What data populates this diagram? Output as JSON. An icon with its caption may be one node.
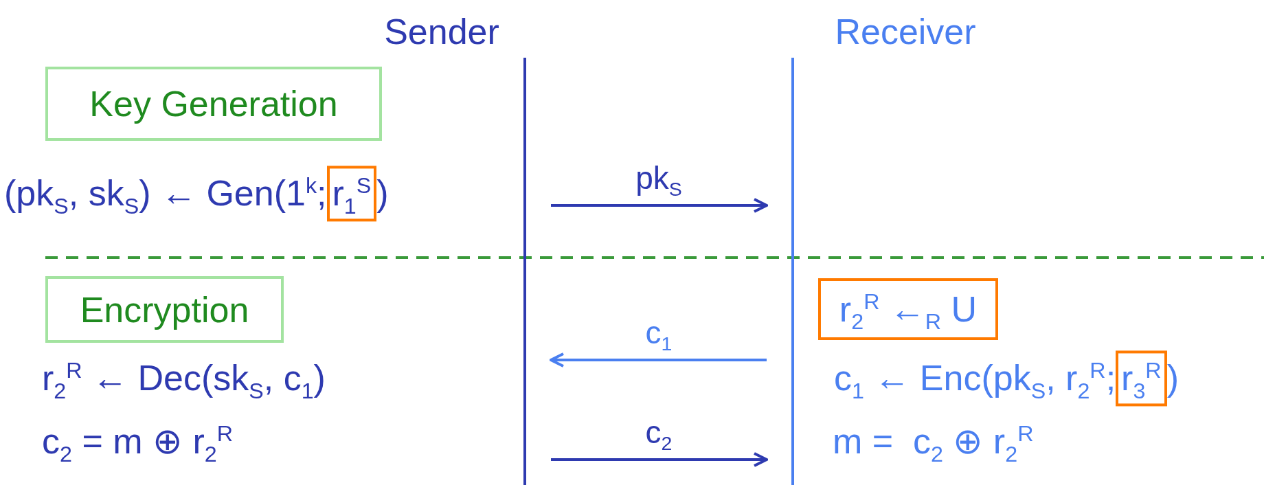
{
  "diagram": {
    "nodes": [
      {
        "text": [],
        "shape": "line"
      },
      {
        "text": [],
        "shape": "line"
      },
      {
        "text": [
          "Key Generation"
        ]
      },
      {
        "text": [
          "r$_{1}$$^{S}$"
        ]
      },
      {
        "text": [
          "Encryption"
        ]
      },
      {
        "text": [
          "r$_{2}$$^{R}$ ←$_{R}$ U"
        ]
      },
      {
        "text": [
          "r$_{3}$$^{R}$"
        ]
      }
    ],
    "edges": [
      {
        "from": 0,
        "to": 1,
        "arrow": "to",
        "label": "pk$_{S}$"
      },
      {
        "from": 1,
        "to": 0,
        "arrow": "to",
        "label": "c$_{1}$",
        "color": "#4a7ff0"
      },
      {
        "from": 0,
        "to": 1,
        "arrow": "to",
        "label": "c$_{2}$"
      }
    ],
    "labels": [
      "Sender",
      "Receiver",
      "(pk$_{S}$, sk$_{S}$) ← Gen(1$^{k}$;",
      ")",
      "r$_{2}$$^{R}$ ← Dec(sk$_{S}$, c$_{1}$)",
      "c$_{1}$ ← Enc(pk$_{S}$, r$_{2}$$^{R}$;",
      ")",
      "c$_{2}$ = m ⊕ r$_{2}$$^{R}$",
      "m =  c$_{2}$ ⊕ r$_{2}$$^{R}$"
    ]
  }
}
